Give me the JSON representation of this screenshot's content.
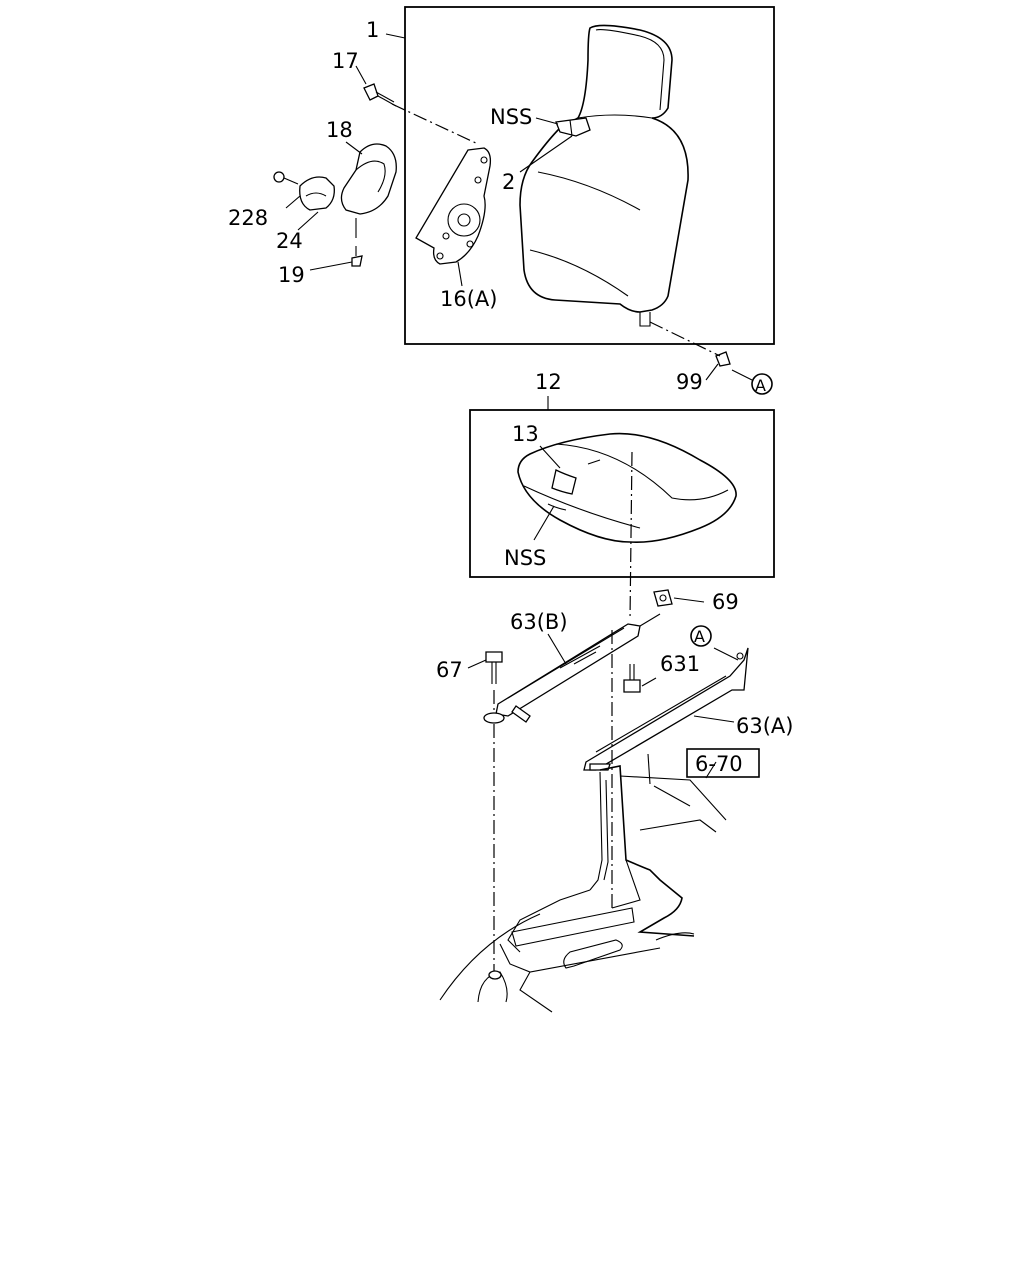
{
  "callouts": {
    "c1": "1",
    "c17": "17",
    "c18": "18",
    "c228": "228",
    "c24": "24",
    "c19": "19",
    "c16a": "16(A)",
    "nss_top": "NSS",
    "c2": "2",
    "c99": "99",
    "ref_a_top": "A",
    "c12": "12",
    "c13": "13",
    "nss_bottom": "NSS",
    "c69": "69",
    "c63b": "63(B)",
    "ref_a_right": "A",
    "c67": "67",
    "c631": "631",
    "c63a": "63(A)",
    "ref_670": "6-70"
  }
}
